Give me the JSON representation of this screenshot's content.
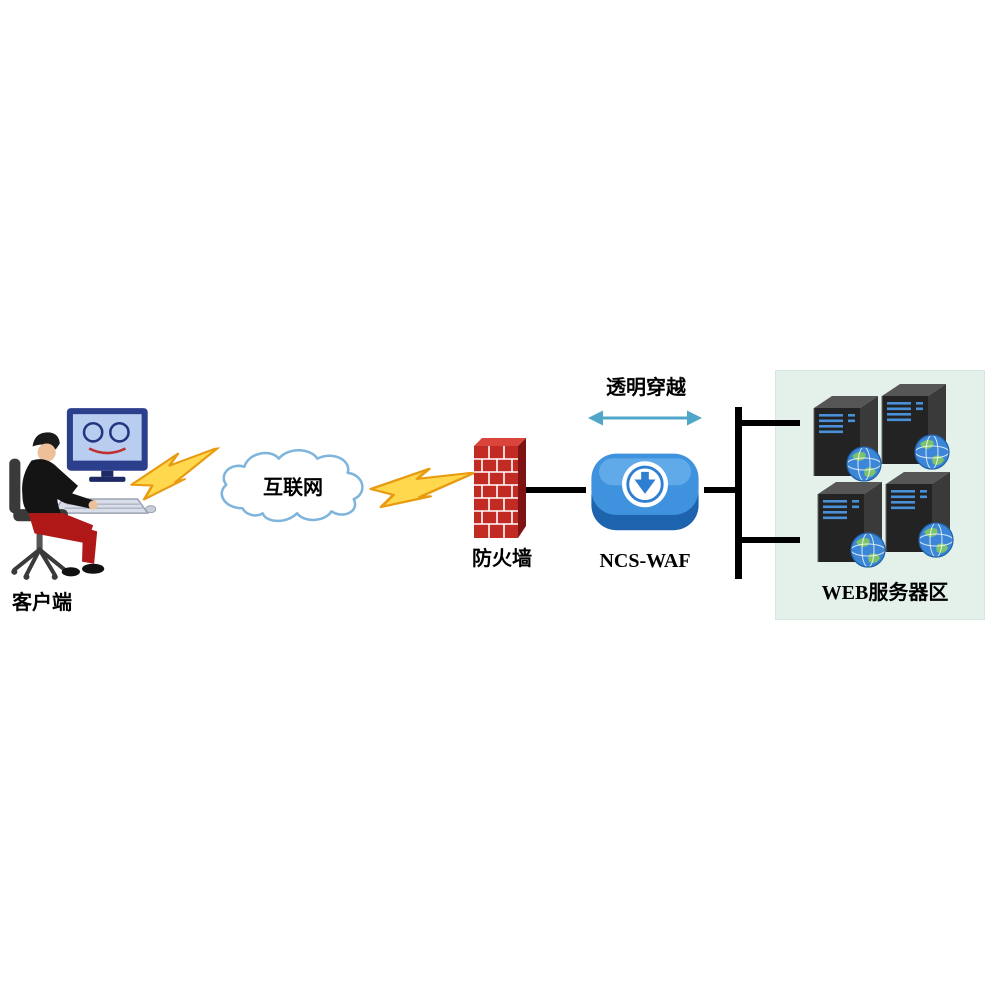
{
  "nodes": {
    "client": {
      "label": "客户端"
    },
    "internet": {
      "label": "互联网"
    },
    "firewall": {
      "label": "防火墙"
    },
    "waf": {
      "label": "NCS-WAF"
    },
    "server_zone": {
      "label": "WEB服务器区"
    }
  },
  "annotations": {
    "traversal_label": "透明穿越"
  },
  "icons": [
    "person-computer-icon",
    "lightning-icon",
    "cloud-icon",
    "firewall-icon",
    "waf-device-icon",
    "double-arrow-icon",
    "server-icon",
    "globe-icon"
  ],
  "colors": {
    "line_black": "#000000",
    "bolt_yellow": "#FFD84D",
    "bolt_orange": "#E89B10",
    "cloud_stroke": "#7FB5DC",
    "firewall_red": "#C22B23",
    "waf_blue": "#3F93DE",
    "arrow_teal": "#4FA6C8",
    "panel_green": "#E4F1EA",
    "server_dark": "#222222",
    "globe_blue": "#3B86D6"
  }
}
